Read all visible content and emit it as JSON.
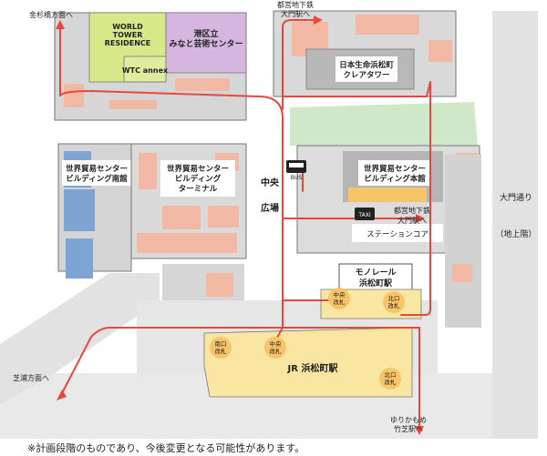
{
  "colors": {
    "street": "#e2e2e2",
    "building": "#cfcfcf",
    "building_dark": "#b5b5b5",
    "pink": "#f1b9a4",
    "yellow": "#f9e6a3",
    "green_tower": "#d7e888",
    "purple": "#d6b6df",
    "blue": "#7ea4d4",
    "park": "#cfe8c9",
    "orange": "#f7c46a",
    "route": "#e8473c",
    "outline": "#666666"
  },
  "icons": {
    "bus": "bus-icon",
    "taxi": "taxi-icon"
  },
  "labels": {
    "world_tower_residence": [
      "WORLD",
      "TOWER",
      "RESIDENCE"
    ],
    "minato_arts_center": [
      "港区立",
      "みなと芸術センター"
    ],
    "wtc_annex": "WTC annex",
    "nissay_tower": [
      "日本生命浜松町",
      "クレアタワー"
    ],
    "wtc_south": [
      "世界貿易センター",
      "ビルディング南館"
    ],
    "wtc_terminal": [
      "世界貿易センター",
      "ビルディング",
      "ターミナル"
    ],
    "wtc_main": [
      "世界貿易センター",
      "ビルディング本館"
    ],
    "central_plaza": [
      "中央",
      "広場"
    ],
    "station_core": "ステーションコア",
    "monorail_station": [
      "モノレール",
      "浜松町駅"
    ],
    "jr_station": "JR 浜松町駅",
    "daimon_dori": [
      "大門通り",
      "（地上階）"
    ],
    "bus_text": "BUS",
    "taxi_text": "TAXI"
  },
  "gates": {
    "monorail_central": [
      "中央",
      "改札"
    ],
    "monorail_north": [
      "北口",
      "改札"
    ],
    "jr_south": [
      "南口",
      "改札"
    ],
    "jr_central": [
      "中央",
      "改札"
    ],
    "jr_north": [
      "北口",
      "改札"
    ]
  },
  "directions": {
    "kanasugi": "金杉橋方面へ",
    "toei_top": [
      "都営地下鉄",
      "大門駅へ"
    ],
    "toei_mid": [
      "都営地下鉄",
      "大門駅へ"
    ],
    "shibaura": [
      "芝浦方面へ"
    ],
    "yurikamome": [
      "ゆりかもめ",
      "竹芝駅へ"
    ]
  },
  "footnote": "※計画段階のものであり、今後変更となる可能性があります。"
}
